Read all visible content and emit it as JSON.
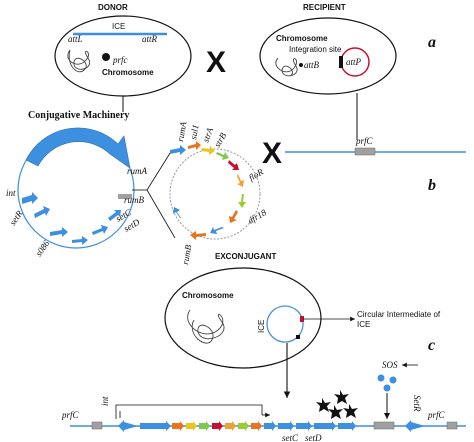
{
  "labels": {
    "donor": "DONOR",
    "recipient": "RECIPIENT",
    "exconjugant": "EXCONJUGANT",
    "ice": "ICE",
    "att_l": "attL",
    "att_r": "attR",
    "prfc_lower": "prfc",
    "chromosome": "Chromosome",
    "integration_site": "Integration site",
    "att_b": "attB",
    "att_p": "attP",
    "panel_a": "a",
    "panel_b": "b",
    "panel_c": "c",
    "cross_symbol": "X",
    "conjugative_machinery": "Conjugative Machinery",
    "prf_c": "prfC",
    "circular_intermediate": "Circular Intermediate of ICE",
    "sos": "SOS"
  },
  "genes": {
    "int": "int",
    "set_r": "setR",
    "s086": "s086",
    "rum_a": "rumA",
    "rum_b": "rumB",
    "set_c": "setC",
    "set_d": "setD",
    "sul1": "sul1",
    "str_a": "strA",
    "str_b": "strB",
    "flo_r": "floR",
    "dfr18": "dfr18",
    "set_r_c": "SetR"
  },
  "colors": {
    "gene_blue": "#3d8fe0",
    "ice_line": "#4a90e2",
    "gene_grey": "#a0a0a0",
    "attp_red": "#c8102e",
    "cassette": [
      "#e8741e",
      "#e8c61e",
      "#7ec850",
      "#c8102e",
      "#3d8fe0",
      "#f0a030",
      "#9acd32"
    ]
  }
}
